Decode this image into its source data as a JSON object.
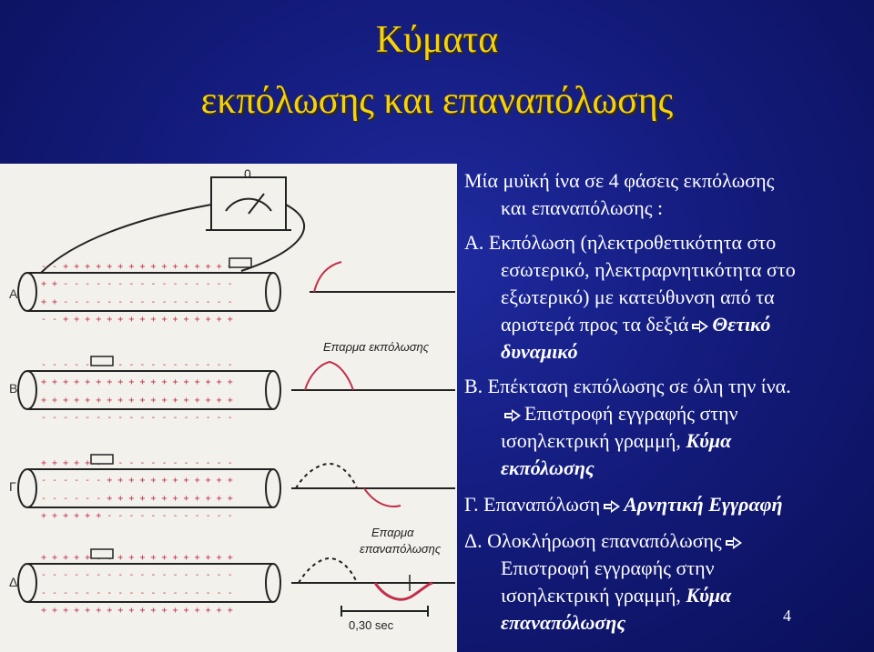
{
  "slide": {
    "title_line1": "Κύματα",
    "title_line2": "εκπόλωσης και επαναπόλωσης",
    "page_number": "4"
  },
  "figure": {
    "row_labels": [
      "Α",
      "Β",
      "Γ",
      "Δ"
    ],
    "label_depolarization": "Επαρμα εκπόλωσης",
    "label_repolarization_1": "Επαρμα",
    "label_repolarization_2": "επαναπόλωσης",
    "meter_zero": "0",
    "scale_label": "0,30 sec"
  },
  "text": {
    "intro_1": "Μία μυϊκή ίνα σε 4 φάσεις εκπόλωσης",
    "intro_2": "και επαναπόλωσης :",
    "a_1": "Α. Εκπόλωση (ηλεκτροθετικότητα στο",
    "a_2": "εσωτερικό, ηλεκτραρνητικότητα στο",
    "a_3": "εξωτερικό) με κατεύθυνση από τα",
    "a_4": "αριστερά προς τα δεξιά",
    "a_hl_1": "Θετικό",
    "a_hl_2": "δυναμικό",
    "b_1": "Β. Επέκταση εκπόλωσης σε όλη την ίνα.",
    "b_2": "Επιστροφή εγγραφής στην",
    "b_3": "ισοηλεκτρική γραμμή,",
    "b_hl_1": "Κύμα",
    "b_hl_2": "εκπόλωσης",
    "c_1": "Γ. Επαναπόλωση",
    "c_hl": "Αρνητική Εγγραφή",
    "d_1": "Δ. Ολοκλήρωση επαναπόλωσης",
    "d_2": "Επιστροφή εγγραφής στην",
    "d_3": "ισοηλεκτρική γραμμή,",
    "d_hl_1": "Κύμα",
    "d_hl_2": "επαναπόλωσης"
  }
}
